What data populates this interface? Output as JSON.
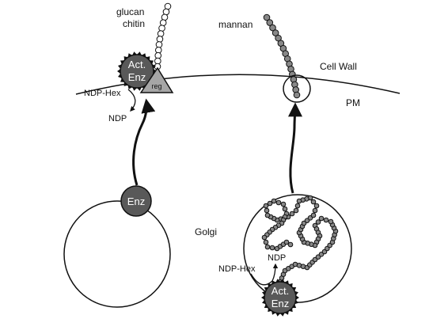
{
  "labels": {
    "glucan": "glucan",
    "chitin": "chitin",
    "mannan": "mannan",
    "cell_wall": "Cell Wall",
    "pm": "PM",
    "golgi": "Golgi",
    "ndp_hex_left": "NDP-Hex",
    "ndp_left": "NDP",
    "ndp_hex_right": "NDP-Hex",
    "ndp_right": "NDP",
    "reg": "reg"
  },
  "enzymes": {
    "active_left": {
      "line1": "Act.",
      "line2": "Enz"
    },
    "inactive": "Enz",
    "active_right": {
      "line1": "Act.",
      "line2": "Enz"
    }
  },
  "colors": {
    "background": "#ffffff",
    "line": "#111111",
    "enzyme_fill": "#595959",
    "mannan_bead": "#888888",
    "glucan_bead": "#ffffff",
    "reg_fill": "#a6a6a6"
  }
}
